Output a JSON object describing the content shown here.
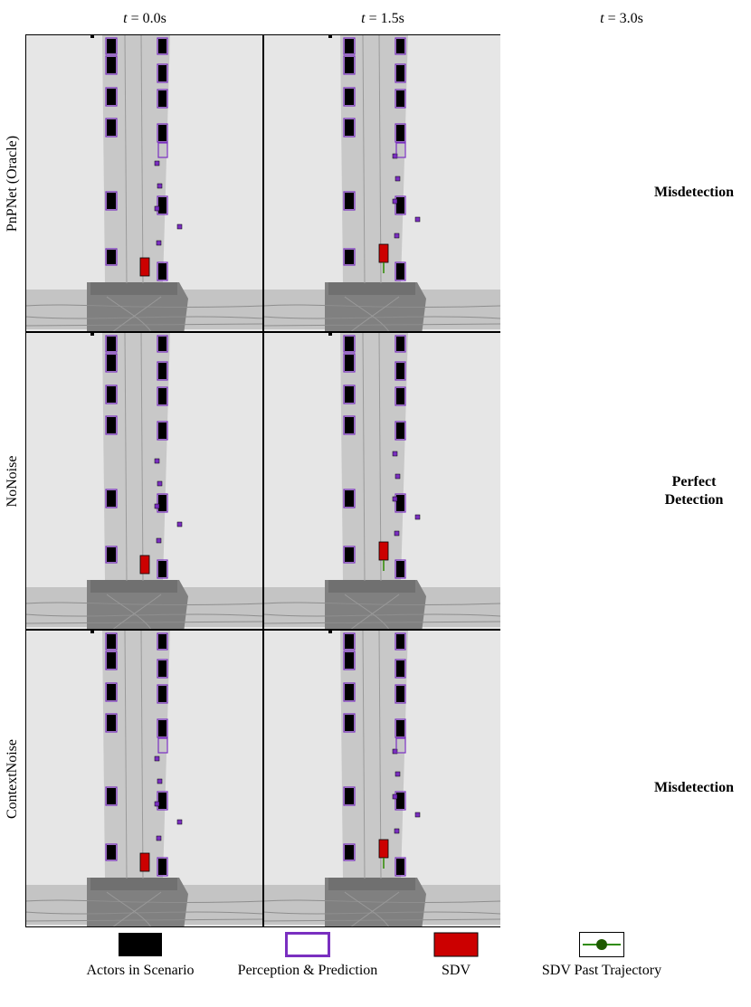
{
  "columns": [
    {
      "t_symbol": "t",
      "label": " = 0.0s"
    },
    {
      "t_symbol": "t",
      "label": " = 1.5s"
    },
    {
      "t_symbol": "t",
      "label": " = 3.0s"
    }
  ],
  "rows": [
    {
      "label": "PnPNet (Oracle)"
    },
    {
      "label": "NoNoise"
    },
    {
      "label": "ContextNoise"
    }
  ],
  "annotations": {
    "row0": "Misdetection",
    "row1_line1": "Perfect",
    "row1_line2": "Detection",
    "row2": "Misdetection"
  },
  "legend": [
    {
      "label": "Actors in Scenario",
      "icon": "black-box"
    },
    {
      "label": "Perception & Prediction",
      "icon": "purple-outline-box"
    },
    {
      "label": "SDV",
      "icon": "red-box"
    },
    {
      "label": "SDV Past Trajectory",
      "icon": "green-trajectory"
    }
  ],
  "colors": {
    "background": "#e6e6e6",
    "road": "#c8c8c8",
    "intersection": "#808080",
    "actor": "#000000",
    "perception": "#7a2fc0",
    "sdv": "#cc0000",
    "trajectory": "#2e8b00",
    "highlight_circle": "#c8323c"
  }
}
